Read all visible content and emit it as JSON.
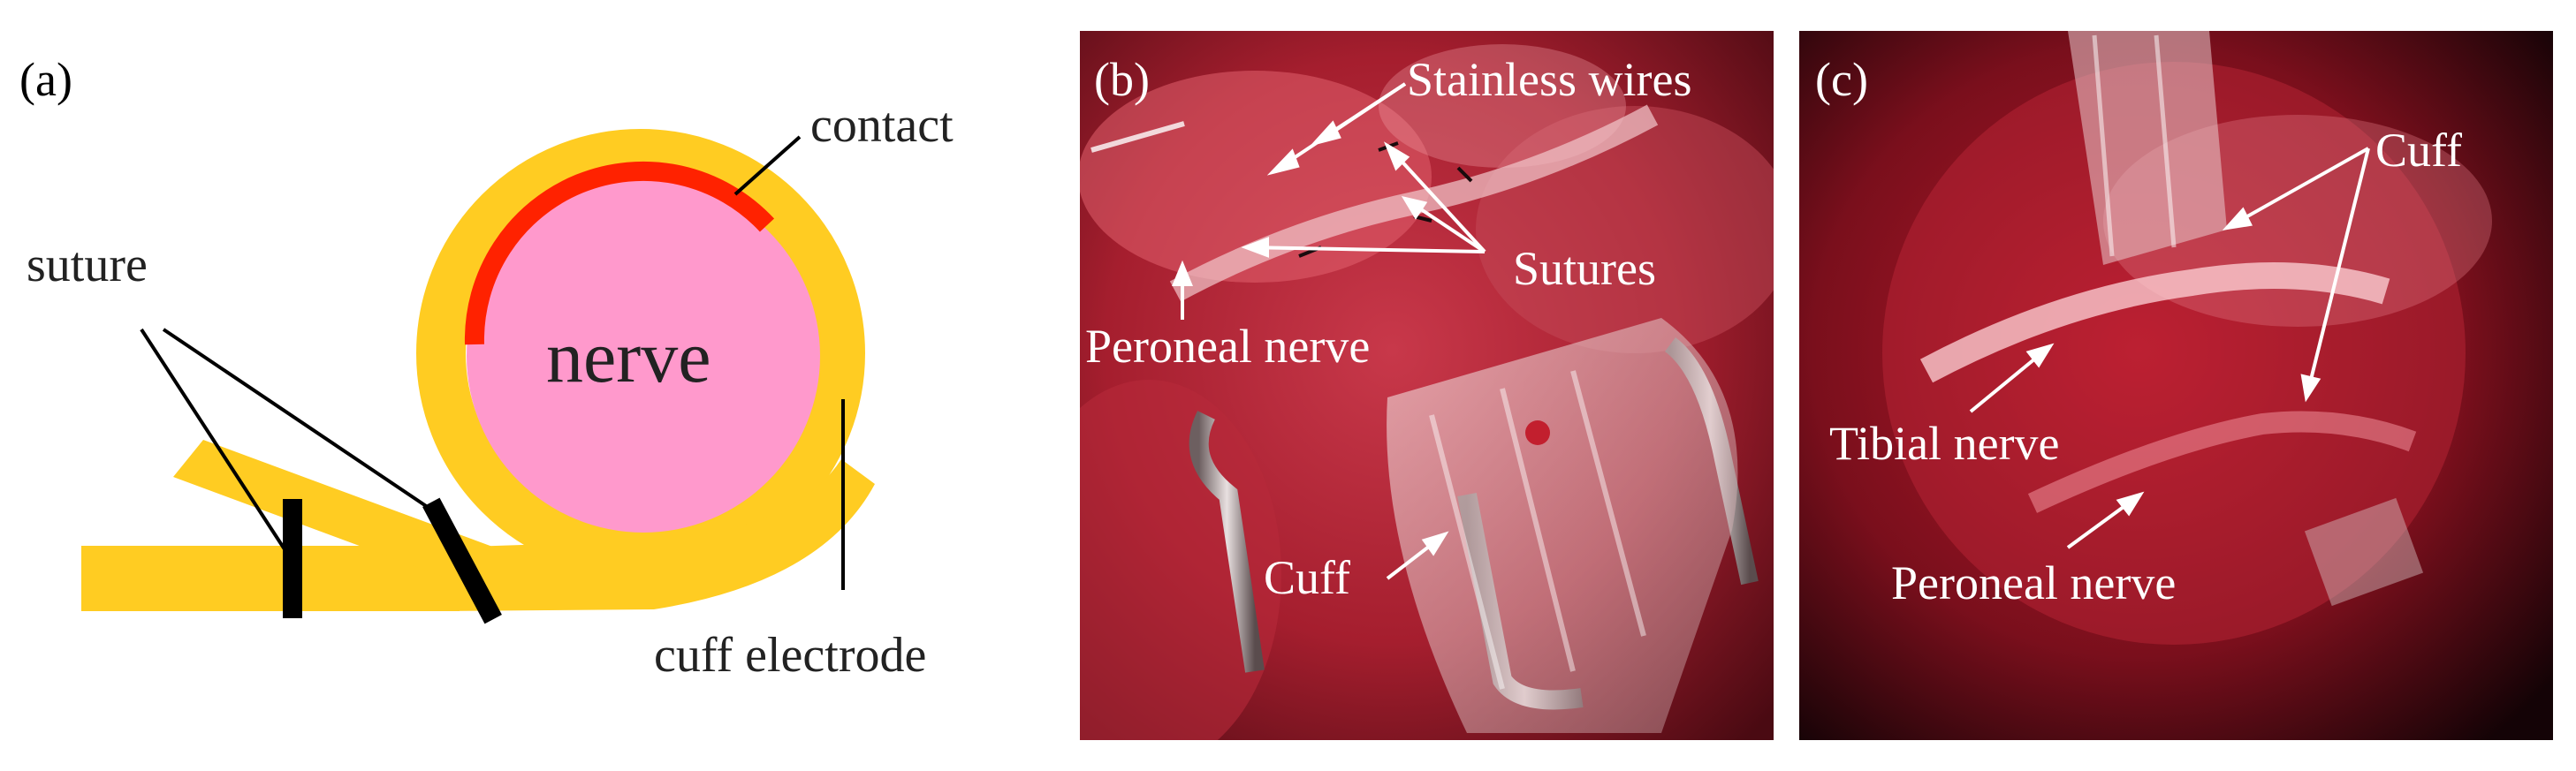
{
  "panel_a": {
    "label": "(a)",
    "contact_label": "contact",
    "nerve_label": "nerve",
    "suture_label": "suture",
    "cuff_label": "cuff electrode",
    "colors": {
      "cuff": "#FFCC22",
      "nerve": "#FF99CC",
      "contact": "#FF2200",
      "suture": "#000000"
    }
  },
  "panel_b": {
    "label": "(b)",
    "wires_label": "Stainless wires",
    "sutures_label": "Sutures",
    "nerve_label": "Peroneal nerve",
    "cuff_label": "Cuff"
  },
  "panel_c": {
    "label": "(c)",
    "cuff_label": "Cuff",
    "tibial_label": "Tibial nerve",
    "peroneal_label": "Peroneal nerve"
  }
}
